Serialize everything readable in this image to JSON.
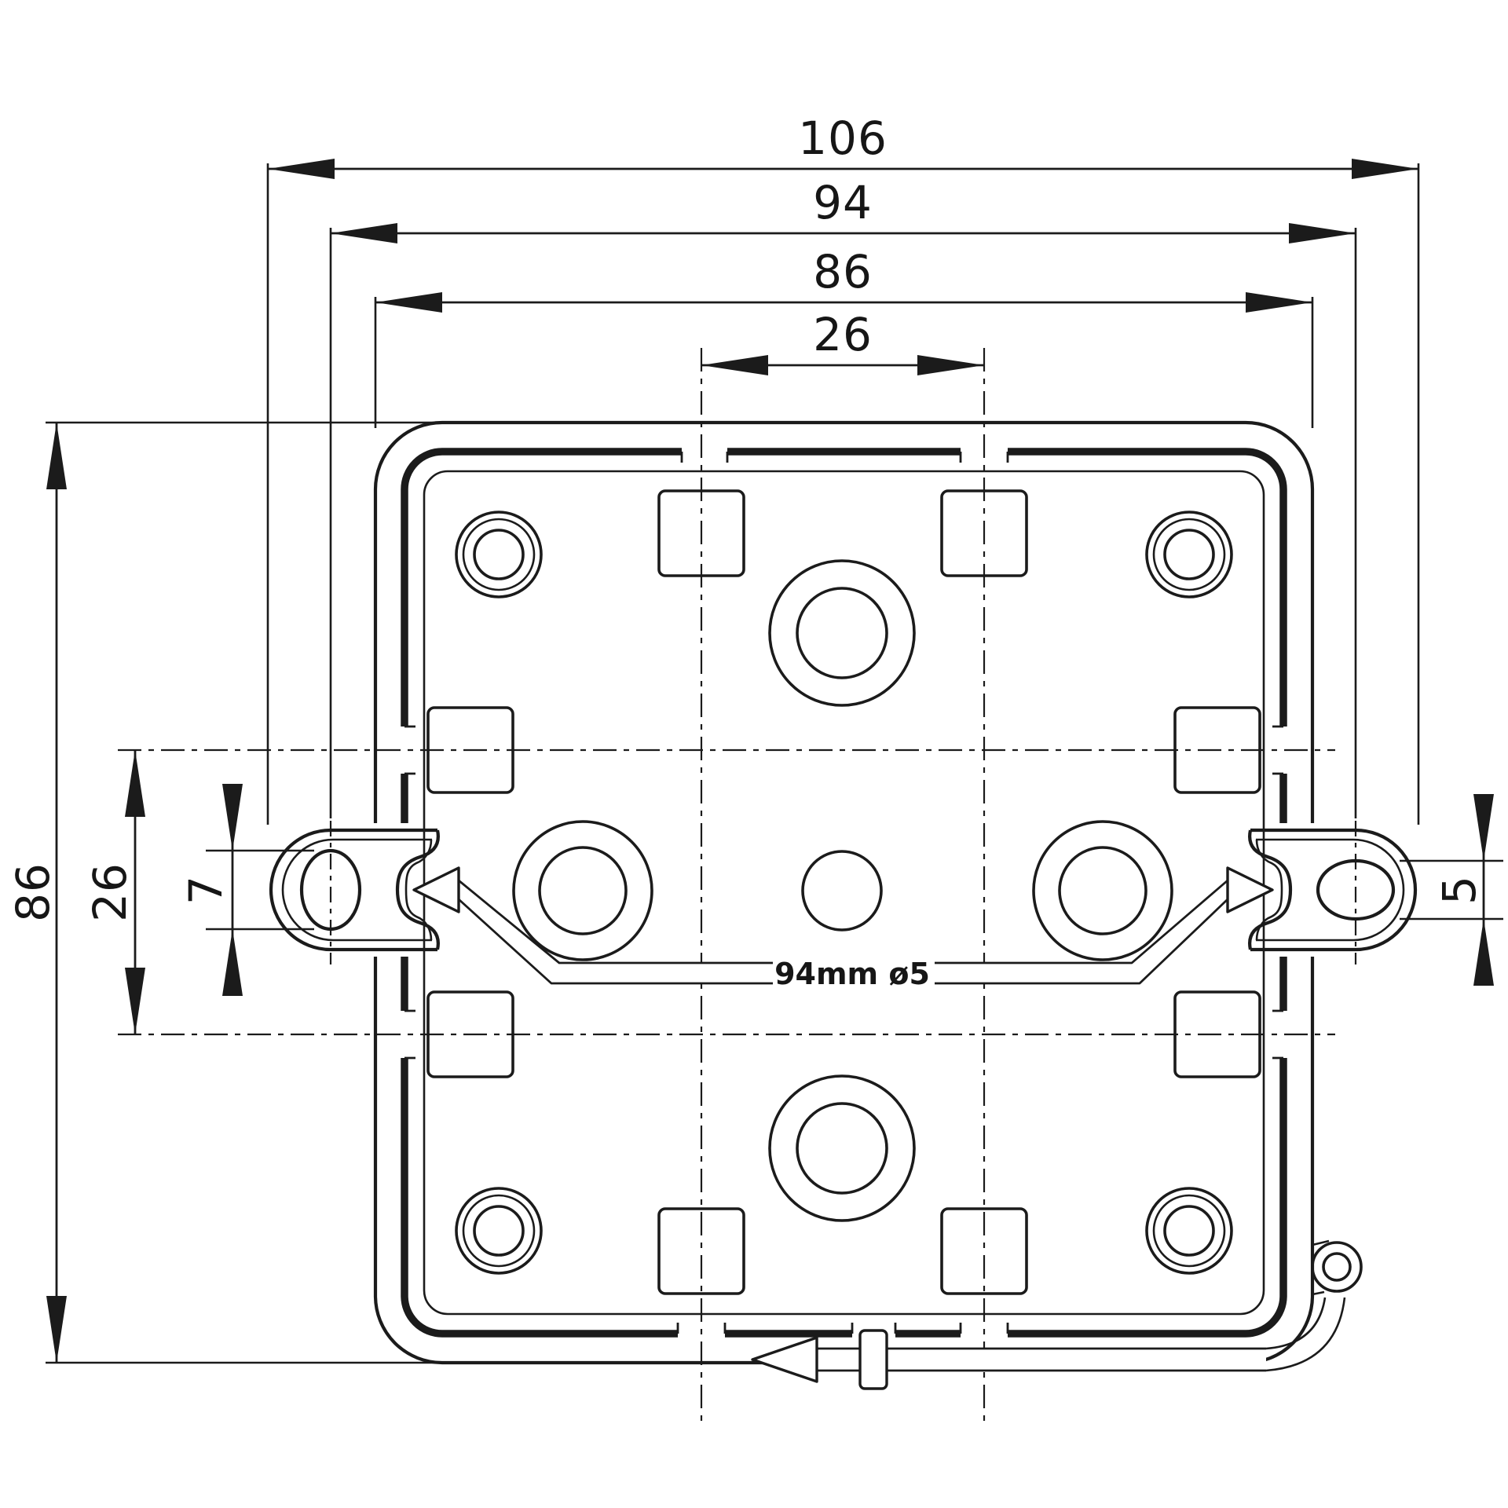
{
  "drawing": {
    "title": "junction-box-rear-dimension-drawing",
    "background_color": "#ffffff",
    "line_color": "#1b1b1b",
    "dimensions": {
      "top_overall_width": "106",
      "top_hole_spacing": "94",
      "top_body_width": "86",
      "top_knockout_spacing": "26",
      "left_body_height": "86",
      "left_knockout_spacing": "26",
      "left_slot_length": "7",
      "right_slot_height": "5"
    },
    "note": {
      "label": "94mm ø5"
    }
  }
}
